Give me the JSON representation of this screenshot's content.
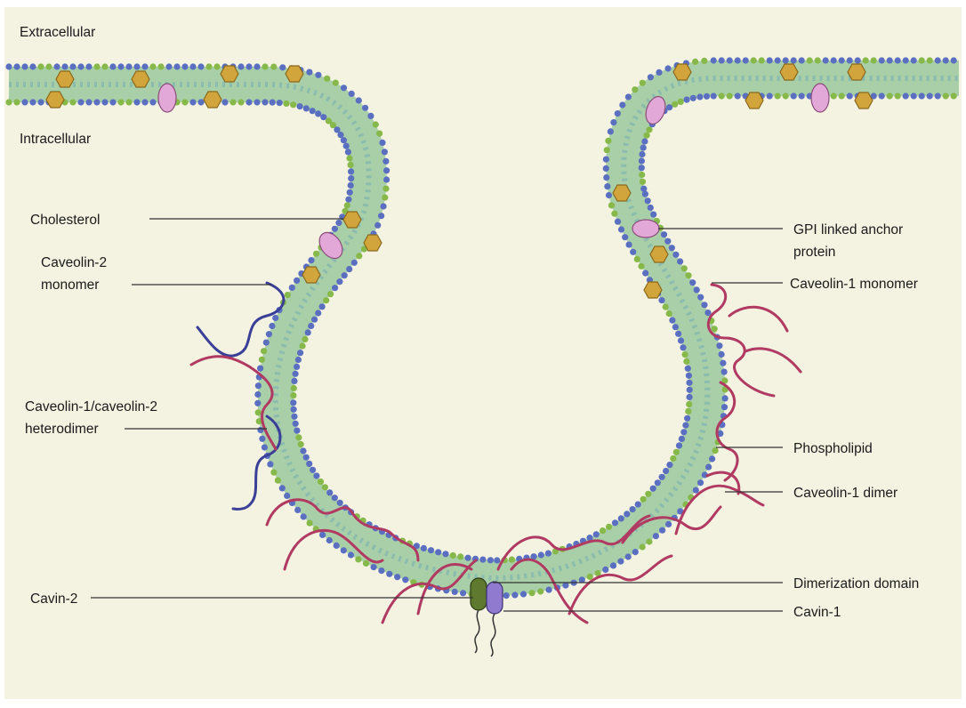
{
  "regions": {
    "extracellular": "Extracellular",
    "intracellular": "Intracellular"
  },
  "labels": {
    "cholesterol": "Cholesterol",
    "caveolin2_monomer_l1": "Caveolin-2",
    "caveolin2_monomer_l2": "monomer",
    "heterodimer_l1": "Caveolin-1/caveolin-2",
    "heterodimer_l2": "heterodimer",
    "cavin2": "Cavin-2",
    "gpi_l1": "GPI linked anchor",
    "gpi_l2": "protein",
    "caveolin1_monomer": "Caveolin-1 monomer",
    "phospholipid": "Phospholipid",
    "caveolin1_dimer": "Caveolin-1 dimer",
    "dimerization_domain": "Dimerization domain",
    "cavin1": "Cavin-1"
  },
  "colors": {
    "background": "#f4f2e1",
    "lipid_head_blue": "#5a6fc0",
    "lipid_head_green": "#86b84a",
    "lipid_tail": "#7fb3a8",
    "cholesterol": "#d2a43c",
    "gpi_protein": "#e2a9d8",
    "caveolin1": "#b03a62",
    "caveolin2": "#3a3f98",
    "cavin2": "#5f7a2e",
    "cavin1": "#8f7ad0"
  }
}
